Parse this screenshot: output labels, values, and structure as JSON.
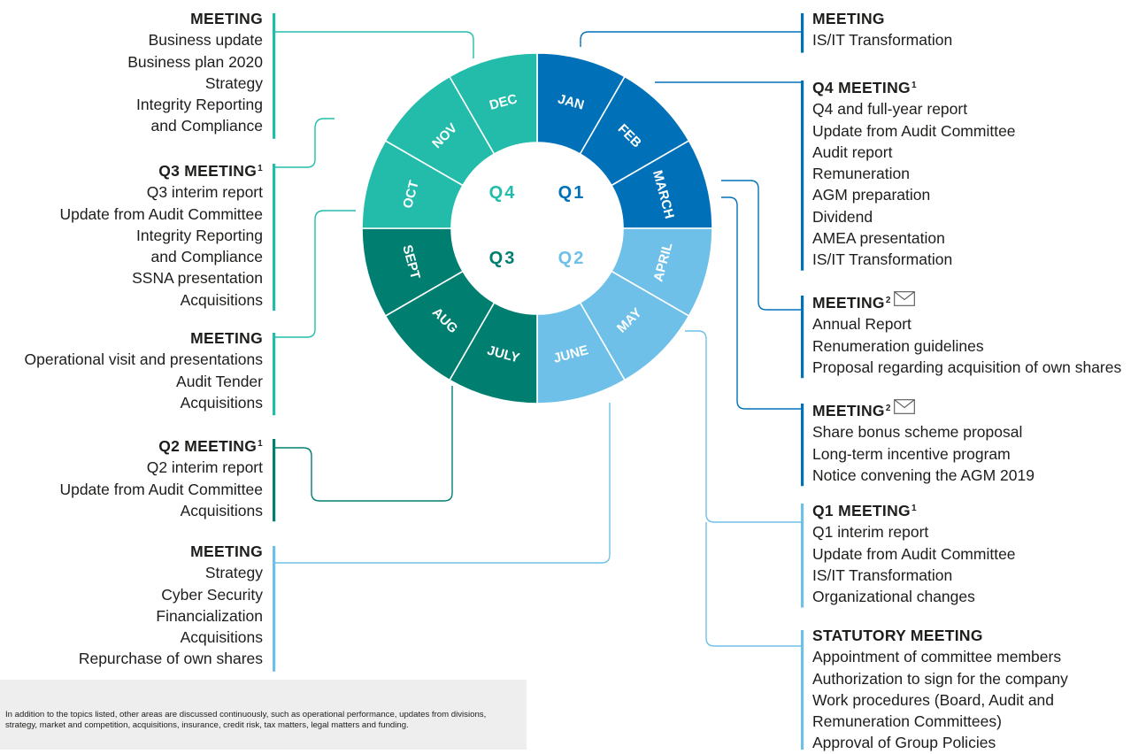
{
  "wheel": {
    "months": [
      {
        "label": "JAN",
        "quarter": "Q1"
      },
      {
        "label": "FEB",
        "quarter": "Q1"
      },
      {
        "label": "MARCH",
        "quarter": "Q1"
      },
      {
        "label": "APRIL",
        "quarter": "Q2"
      },
      {
        "label": "MAY",
        "quarter": "Q2"
      },
      {
        "label": "JUNE",
        "quarter": "Q2"
      },
      {
        "label": "JULY",
        "quarter": "Q3"
      },
      {
        "label": "AUG",
        "quarter": "Q3"
      },
      {
        "label": "SEPT",
        "quarter": "Q3"
      },
      {
        "label": "OCT",
        "quarter": "Q4"
      },
      {
        "label": "NOV",
        "quarter": "Q4"
      },
      {
        "label": "DEC",
        "quarter": "Q4"
      }
    ],
    "quarters": [
      {
        "id": "Q1",
        "label": "Q1",
        "color": "#0071b9"
      },
      {
        "id": "Q2",
        "label": "Q2",
        "color": "#6ec0e9"
      },
      {
        "id": "Q3",
        "label": "Q3",
        "color": "#007f71"
      },
      {
        "id": "Q4",
        "label": "Q4",
        "color": "#23bcab"
      }
    ]
  },
  "left_meetings": [
    {
      "title": "MEETING",
      "sup": "",
      "mail": false,
      "items": [
        "Business update",
        "Business plan 2020",
        "Strategy",
        "Integrity Reporting",
        "and Compliance"
      ]
    },
    {
      "title": "Q3 MEETING",
      "sup": "1",
      "mail": false,
      "items": [
        "Q3 interim report",
        "Update from Audit Committee",
        "Integrity Reporting",
        "and Compliance",
        "SSNA presentation",
        "Acquisitions"
      ]
    },
    {
      "title": "MEETING",
      "sup": "",
      "mail": false,
      "items": [
        "Operational visit and presentations",
        "Audit Tender",
        "Acquisitions"
      ]
    },
    {
      "title": "Q2 MEETING",
      "sup": "1",
      "mail": false,
      "items": [
        "Q2 interim report",
        "Update from Audit Committee",
        "Acquisitions"
      ]
    },
    {
      "title": "MEETING",
      "sup": "",
      "mail": false,
      "items": [
        "Strategy",
        "Cyber Security",
        "Financialization",
        "Acquisitions",
        "Repurchase of own shares"
      ]
    }
  ],
  "right_meetings": [
    {
      "title": "MEETING",
      "sup": "",
      "mail": false,
      "items": [
        "IS/IT Transformation"
      ]
    },
    {
      "title": "Q4 MEETING",
      "sup": "1",
      "mail": false,
      "items": [
        "Q4 and full-year report",
        "Update from Audit Committee",
        "Audit report",
        "Remuneration",
        "AGM preparation",
        "Dividend",
        "AMEA presentation",
        "IS/IT Transformation"
      ]
    },
    {
      "title": "MEETING",
      "sup": "2",
      "mail": true,
      "items": [
        "Annual Report",
        "Renumeration guidelines",
        "Proposal regarding acquisition of own shares"
      ]
    },
    {
      "title": "MEETING",
      "sup": "2",
      "mail": true,
      "items": [
        "Share bonus scheme proposal",
        "Long-term incentive program",
        "Notice convening the AGM 2019"
      ]
    },
    {
      "title": "Q1 MEETING",
      "sup": "1",
      "mail": false,
      "items": [
        "Q1 interim report",
        "Update from Audit Committee",
        "IS/IT Transformation",
        "Organizational changes"
      ]
    },
    {
      "title": "STATUTORY MEETING",
      "sup": "",
      "mail": false,
      "items": [
        "Appointment of committee members",
        "Authorization to sign for the company",
        "Work procedures (Board, Audit and",
        "Remuneration Committees)",
        "Approval of Group Policies"
      ]
    }
  ],
  "footnote": "In addition to the topics listed, other areas are discussed continuously, such as operational performance, updates from divisions, strategy, market and competition, acquisitions, insurance, credit risk, tax matters, legal matters and funding."
}
